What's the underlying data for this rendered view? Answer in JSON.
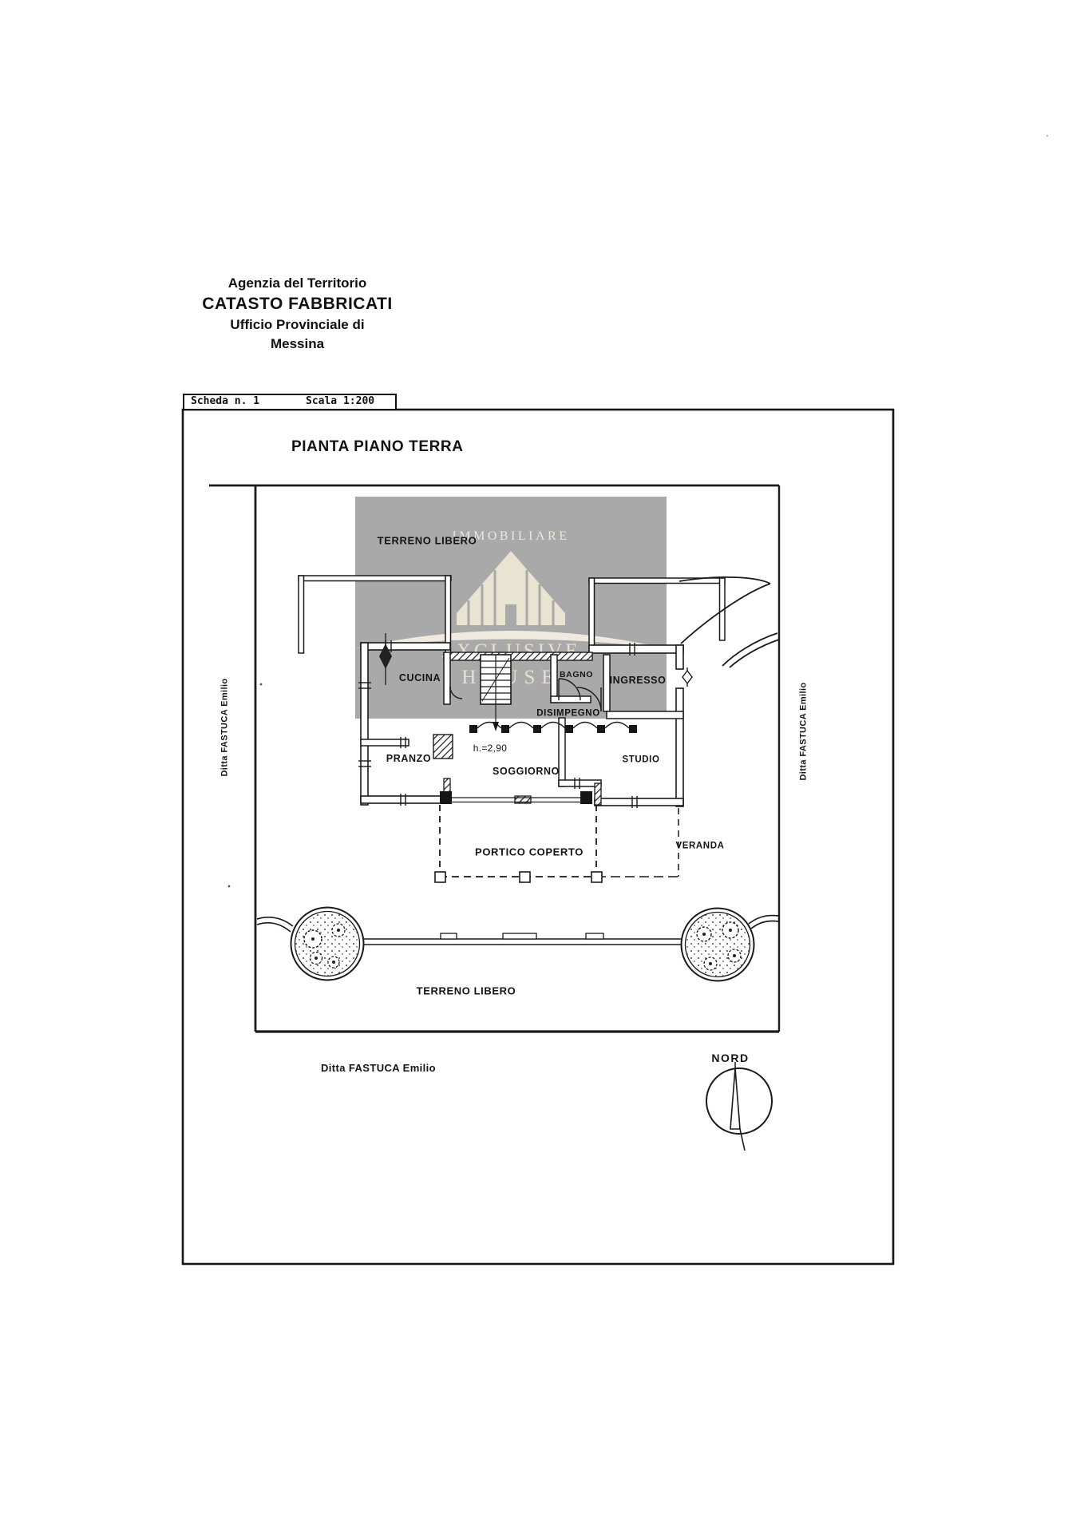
{
  "header": {
    "line1": "Agenzia del Territorio",
    "line2": "CATASTO FABBRICATI",
    "line3": "Ufficio Provinciale di",
    "line4": "Messina"
  },
  "sheet": {
    "scheda": "Scheda n. 1",
    "scala": "Scala 1:200"
  },
  "title": "PIANTA PIANO TERRA",
  "watermark": {
    "brand": "IMMOBILIARE",
    "name_line1": "EXCLUSIVE",
    "name_line2": "HOUSE",
    "background_color": "#a9a9a9",
    "logo_color": "#e9e3d2",
    "logo_icon": "building-skyline-icon"
  },
  "plan": {
    "labels": {
      "terreno_libero_top": "TERRENO LIBERO",
      "cucina": "CUCINA",
      "bagno": "BAGNO",
      "ingresso": "INGRESSO",
      "disimpegno": "DISIMPEGNO",
      "pranzo": "PRANZO",
      "height_note": "h.=2,90",
      "soggiorno": "SOGGIORNO",
      "studio": "STUDIO",
      "portico_coperto": "PORTICO COPERTO",
      "veranda": "VERANDA",
      "terreno_libero_bottom": "TERRENO LIBERO",
      "nord": "NORD"
    },
    "owner": "Ditta FASTUCA Emilio",
    "ink_color": "#1a1a1a",
    "paper_color": "#ffffff"
  }
}
